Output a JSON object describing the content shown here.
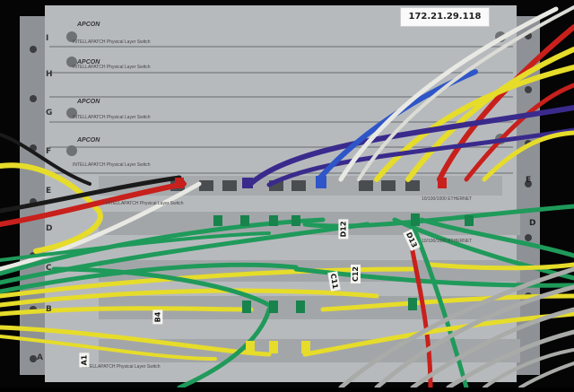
{
  "ip_label": "172.21.29.118",
  "brand": "APCON",
  "model": "INTELLAPATCH Physical Layer Switch",
  "ethernet_label": "10/100/1000 ETHERNET",
  "row_labels_left": [
    "I",
    "H",
    "G",
    "F",
    "E",
    "D",
    "C",
    "B",
    "A"
  ],
  "row_labels_right": [
    "E",
    "D"
  ],
  "cable_tags": [
    "D12",
    "D13",
    "C11",
    "C12",
    "B4",
    "A1"
  ],
  "colors": {
    "panel": "#b9bcbf",
    "cable_green": "#1f9a5a",
    "cable_yellow": "#e6dc2a",
    "cable_red": "#c8201c",
    "cable_purple": "#3a2a8c",
    "cable_blue": "#2f56c8",
    "cable_white": "#e9e9e4",
    "cable_grey": "#a9aba8"
  }
}
